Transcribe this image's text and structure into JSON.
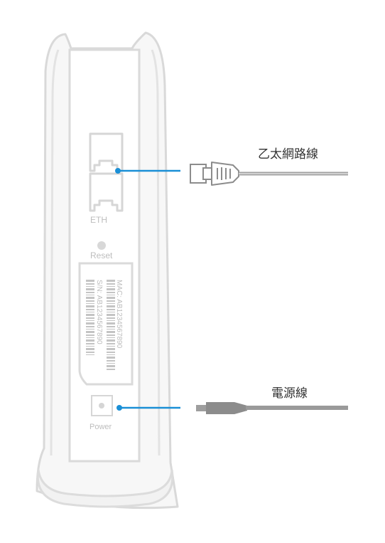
{
  "device": {
    "eth_label": "ETH",
    "reset_label": "Reset",
    "power_label": "Power",
    "mac_text": "MAC: AB1234567890",
    "sn_text": "S/N: AB1234567890"
  },
  "cables": {
    "ethernet_label": "乙太網路線",
    "power_label": "電源線"
  },
  "colors": {
    "accent": "#1a8fd6",
    "outline": "#d6d6d6",
    "cable": "#9a9a9a",
    "label": "#333333"
  }
}
